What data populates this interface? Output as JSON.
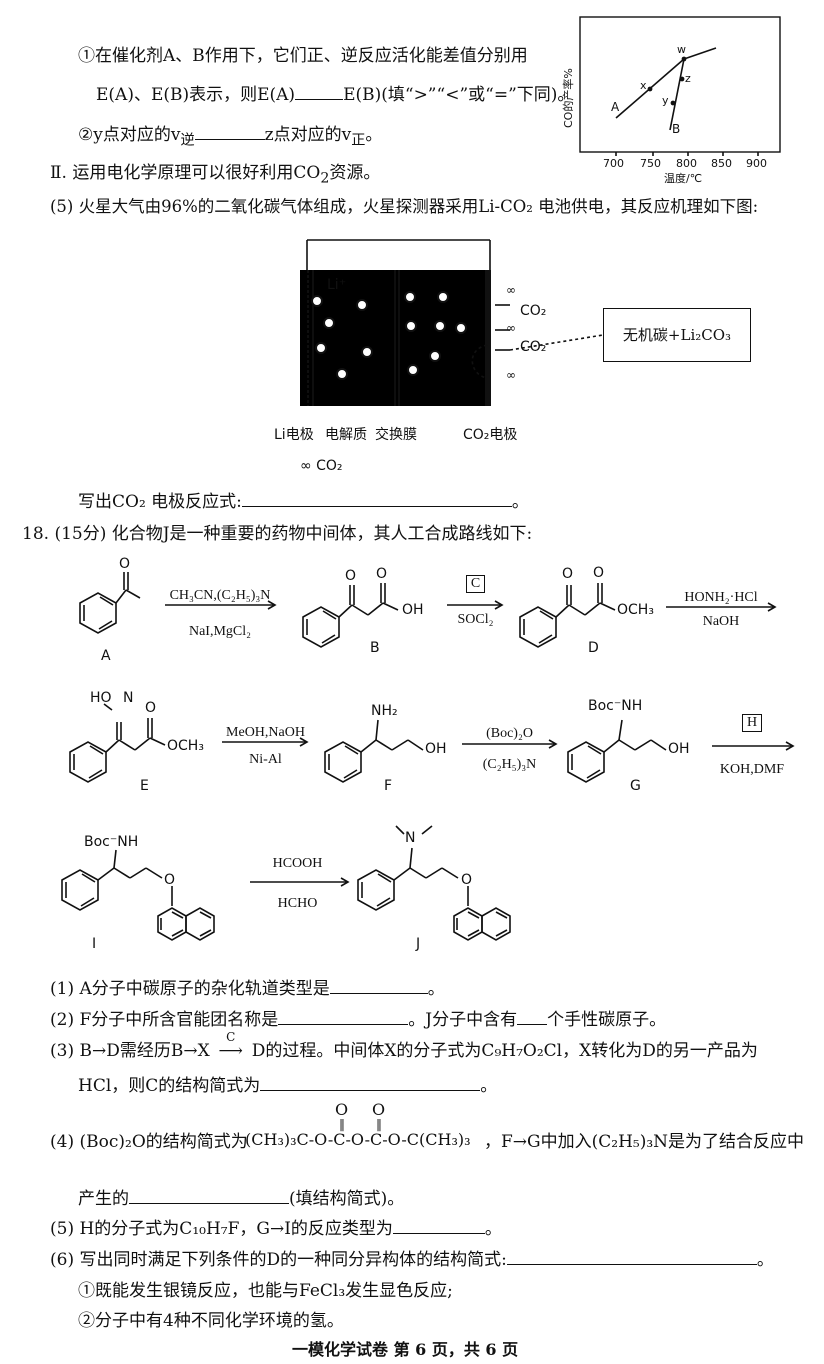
{
  "q17_part4": {
    "line1": "①在催化剂A、B作用下，它们正、逆反应活化能差值分别用",
    "line2_a": "E(A)、E(B)表示，则E(A)",
    "line2_b": "E(B)(填“>”“<”或“=”下同)。",
    "line3_a": "②y点对应的v",
    "line3_sub1": "逆",
    "line3_b": "z点对应的v",
    "line3_sub2": "正",
    "line3_c": "。"
  },
  "graph": {
    "ylabel": "CO的产率%",
    "xlabel": "温度/℃",
    "xticks": [
      "700",
      "750",
      "800",
      "850",
      "900"
    ],
    "points": [
      "x",
      "w",
      "z",
      "y"
    ],
    "curveA": "A",
    "curveB": "B"
  },
  "section2": {
    "title_a": "Ⅱ. 运用电化学原理可以很好利用CO",
    "title_sub": "2",
    "title_b": "资源。"
  },
  "q5": {
    "text": "(5) 火星大气由96%的二氧化碳气体组成，火星探测器采用Li-CO₂ 电池供电，其反应机理如下图:",
    "li_ion": "Li⁺",
    "co2_1": "CO₂",
    "co2_2": "CO₂",
    "product_box": "无机碳+Li₂CO₃",
    "labels": [
      "Li电极",
      "电解质",
      "交换膜",
      "CO₂电极"
    ],
    "legend": "CO₂",
    "ask": "写出CO₂ 电极反应式:",
    "ask_end": "。"
  },
  "q18": {
    "header": "18.  (15分) 化合物J是一种重要的药物中间体，其人工合成路线如下:",
    "reagents": {
      "r1_top": "CH₃CN,(C₂H₅)₃N",
      "r1_bot": "NaI,MgCl₂",
      "r2_box": "C",
      "r2_bot": "SOCl₂",
      "r3_top": "HONH₂·HCl",
      "r3_bot": "NaOH",
      "r4_top": "MeOH,NaOH",
      "r4_bot": "Ni-Al",
      "r5_top": "(Boc)₂O",
      "r5_bot": "(C₂H₅)₃N",
      "r6_box": "H",
      "r6_bot": "KOH,DMF",
      "r7_top": "HCOOH",
      "r7_bot": "HCHO"
    },
    "compounds": [
      "A",
      "B",
      "D",
      "E",
      "F",
      "G",
      "I",
      "J"
    ],
    "atoms": {
      "oh": "OH",
      "och3": "OCH₃",
      "ho_n": "HO",
      "n": "N",
      "nh2": "NH₂",
      "boc_nh": "Boc",
      "nh": "NH",
      "o": "O"
    },
    "questions": [
      {
        "a": "(1) A分子中碳原子的杂化轨道类型是",
        "b": "。"
      },
      {
        "a": "(2) F分子中所含官能团名称是",
        "b": "。J分子中含有",
        "c": "个手性碳原子。"
      },
      {
        "a": "(3) B→D需经历B→X",
        "arrow": "C",
        "b": "D的过程。中间体X的分子式为C₉H₇O₂Cl，X转化为D的另一产品为"
      },
      {
        "a": "HCl，则C的结构简式为",
        "b": "。"
      },
      {
        "a": "(4) (Boc)₂O的结构简式为",
        "formula_o1": "O",
        "formula_o2": "O",
        "formula": "(CH₃)₃C-O-C-O-C-O-C(CH₃)₃",
        "b": "，F→G中加入(C₂H₅)₃N是为了结合反应中"
      },
      {
        "a": "产生的",
        "b": "(填结构简式)。"
      },
      {
        "a": "(5) H的分子式为C₁₀H₇F，G→I的反应类型为",
        "b": "。"
      },
      {
        "a": "(6) 写出同时满足下列条件的D的一种同分异构体的结构简式:",
        "b": "。"
      },
      {
        "a": "①既能发生银镜反应，也能与FeCl₃发生显色反应;"
      },
      {
        "a": "②分子中有4种不同化学环境的氢。"
      }
    ]
  },
  "footer": "一模化学试卷    第 6 页，共 6 页"
}
